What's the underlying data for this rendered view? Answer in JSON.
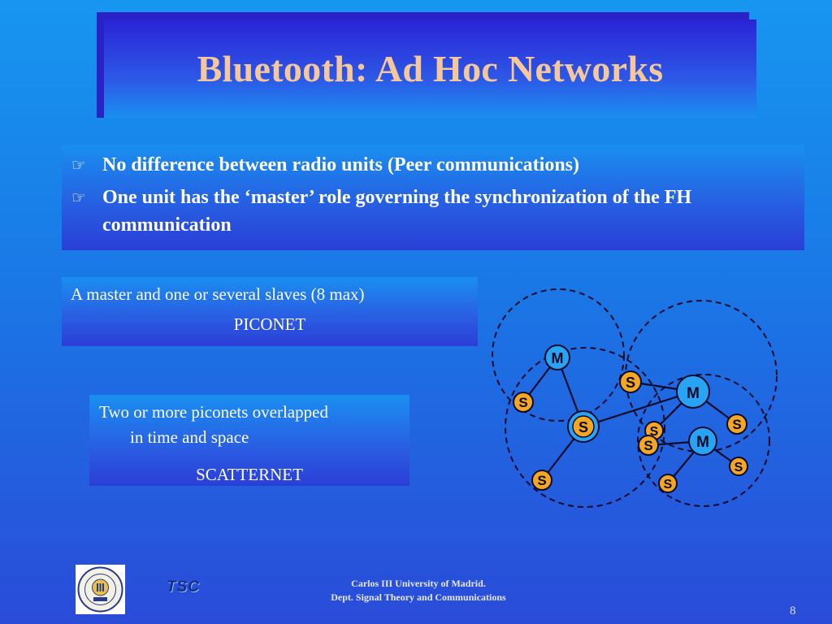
{
  "slide": {
    "title": "Bluetooth: Ad Hoc Networks",
    "bullets": [
      "No difference between radio units (Peer communications)",
      "One unit has the ‘master’ role governing the synchronization of the FH communication"
    ],
    "bullet_icon": "pointing-hand-icon",
    "piconet": {
      "line1": "A master and one or several slaves (8 max)",
      "name": "PICONET"
    },
    "scatternet": {
      "line1": "Two or more piconets overlapped",
      "line2": "in time and space",
      "name": "SCATTERNET"
    },
    "diagram": {
      "master_label": "M",
      "slave_label": "S"
    },
    "footer": {
      "university": "Carlos III University of Madrid.",
      "department": "Dept. Signal Theory and Communications",
      "tsc_logo": "TSC"
    },
    "page_number": "8"
  },
  "colors": {
    "title_text": "#f6c79a",
    "master_fill": "#29a4f5",
    "slave_fill": "#f5a623"
  }
}
